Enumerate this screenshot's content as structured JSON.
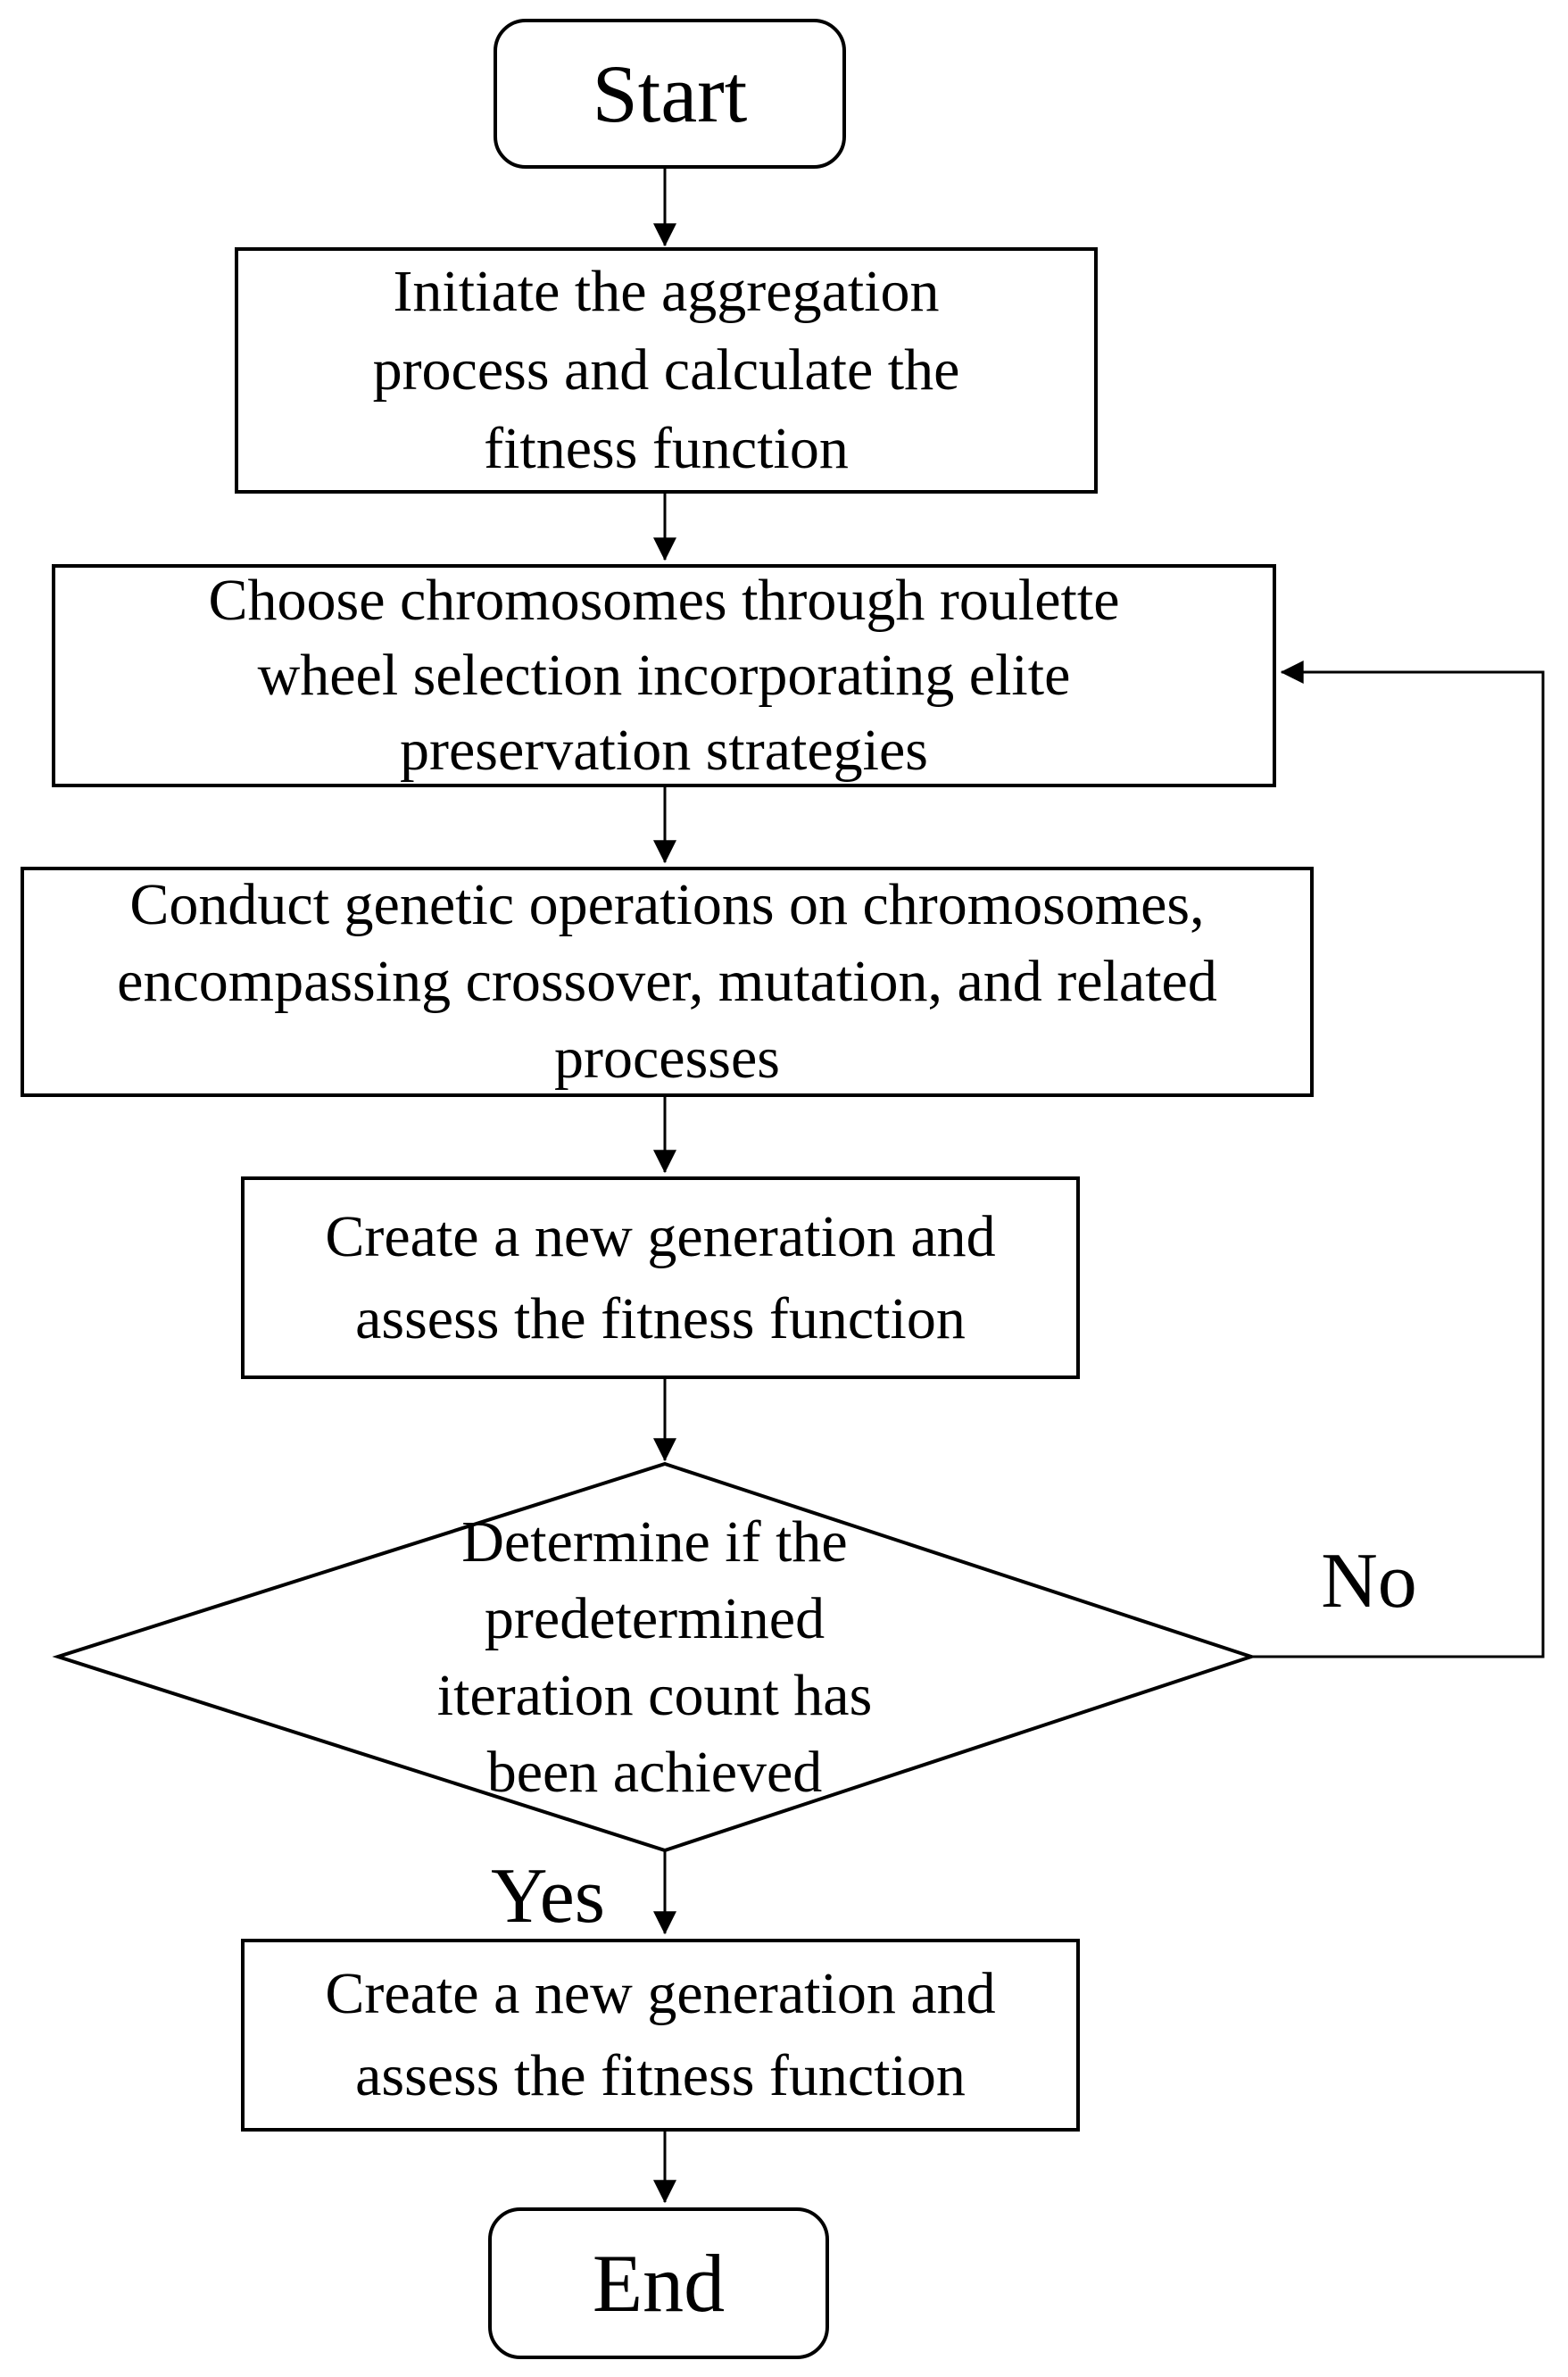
{
  "flowchart": {
    "background": "#ffffff",
    "line_color": "#000000",
    "nodes": {
      "start": {
        "label": "Start"
      },
      "initiate": {
        "lines": [
          "Initiate the aggregation",
          "process and calculate the",
          "fitness function"
        ]
      },
      "select": {
        "lines": [
          "Choose chromosomes through roulette",
          "wheel selection incorporating elite",
          "preservation strategies"
        ]
      },
      "genetic": {
        "lines": [
          "Conduct genetic operations on chromosomes,",
          "encompassing crossover, mutation, and related",
          "processes"
        ]
      },
      "new_generation": {
        "lines": [
          "Create a new generation and",
          "assess the fitness function"
        ]
      },
      "decision": {
        "lines": [
          "Determine if the",
          "predetermined",
          "iteration count has",
          "been achieved"
        ]
      },
      "new_generation_2": {
        "lines": [
          "Create a new generation and",
          "assess the fitness function"
        ]
      },
      "end": {
        "label": "End"
      }
    },
    "edge_labels": {
      "no": "No",
      "yes": "Yes"
    }
  }
}
